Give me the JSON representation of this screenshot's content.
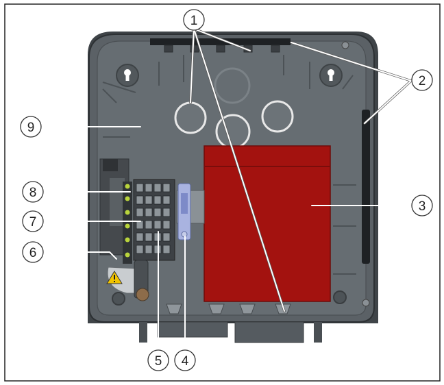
{
  "callouts": [
    {
      "number": "1"
    },
    {
      "number": "2"
    },
    {
      "number": "3"
    },
    {
      "number": "4"
    },
    {
      "number": "5"
    },
    {
      "number": "6"
    },
    {
      "number": "7"
    },
    {
      "number": "8"
    },
    {
      "number": "9"
    }
  ],
  "colors": {
    "frame": "#222222",
    "housing": "#5b6166",
    "housing_inner": "#666d72",
    "module_red": "#a3120f",
    "leader_line": "#ffffff",
    "callout_fill": "#ffffff",
    "callout_stroke": "#333333"
  },
  "icons": [
    "warning-triangle-icon",
    "keyhole-mount-icon"
  ]
}
